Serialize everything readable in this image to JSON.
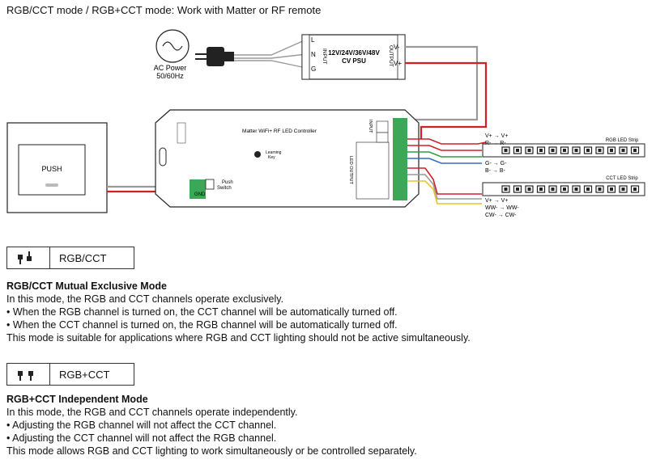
{
  "title": "RGB/CCT mode / RGB+CCT mode: Work with Matter or RF remote",
  "diagram": {
    "ac_power_label": "AC Power",
    "ac_freq_label": "50/60Hz",
    "psu_line1": "12V/24V/36V/48V",
    "psu_line2": "CV PSU",
    "psu_input_label": "INPUT",
    "psu_output_label": "OUTPUT",
    "psu_terminal_l": "L",
    "psu_terminal_n": "N",
    "psu_terminal_g": "G",
    "psu_vminus": "V-",
    "psu_vplus": "V+",
    "controller_label": "Matter WiFi+ RF LED Controller",
    "learning_key_line1": "Learning",
    "learning_key_line2": "Key",
    "push_switch_line1": "Push",
    "push_switch_line2": "Switch",
    "gnd_label": "GND",
    "led_output_label": "LED OUTPUT",
    "input_label": "INPUT",
    "push_label": "PUSH",
    "rgb_strip_label": "RGB LED Strip",
    "cct_strip_label": "CCT LED Strip",
    "rgb_wires": [
      "V+  →  V+",
      "R-  →  R-",
      "G-  →  G-",
      "B-  →  B-"
    ],
    "cct_wires": [
      "V+  →  V+",
      "WW-  →  WW-",
      "CW-  →  CW-"
    ],
    "colors": {
      "red": "#d21f26",
      "gray": "#9a9a9a",
      "green": "#2e9e45",
      "blue": "#2f6fc0",
      "yellow": "#e6c42a",
      "terminal_green": "#3aa856"
    }
  },
  "modes": [
    {
      "box_label": "RGB/CCT",
      "icon": "switch-one-up-one-down-icon",
      "heading": "RGB/CCT Mutual Exclusive Mode",
      "lines": [
        "In this mode, the RGB and CCT channels operate exclusively.",
        "• When the RGB channel is turned on, the CCT channel will be automatically turned off.",
        "• When the CCT channel is turned on, the RGB channel will be automatically turned off.",
        "This mode is suitable for applications where RGB and CCT lighting should not be active simultaneously."
      ]
    },
    {
      "box_label": "RGB+CCT",
      "icon": "switch-both-up-icon",
      "heading": "RGB+CCT Independent Mode",
      "lines": [
        "In this mode, the RGB and CCT channels operate independently.",
        "• Adjusting the RGB channel will not affect the CCT channel.",
        "• Adjusting the CCT channel will not affect the RGB channel.",
        "This mode allows RGB and CCT lighting to work simultaneously or be controlled separately."
      ]
    }
  ]
}
